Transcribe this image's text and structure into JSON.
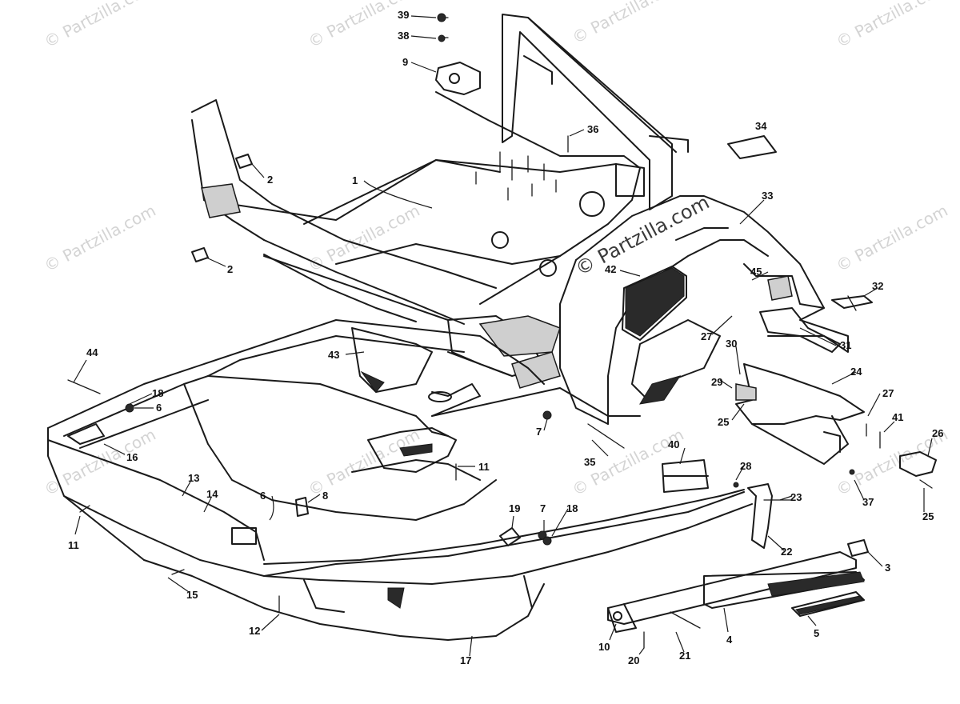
{
  "watermark": {
    "text": "© Partzilla.com",
    "center_text": "© Partzilla.com"
  },
  "callouts": [
    "1",
    "2",
    "2",
    "3",
    "4",
    "5",
    "6",
    "6",
    "7",
    "7",
    "8",
    "9",
    "10",
    "11",
    "11",
    "12",
    "13",
    "14",
    "15",
    "16",
    "17",
    "18",
    "18",
    "19",
    "20",
    "21",
    "22",
    "23",
    "24",
    "25",
    "25",
    "26",
    "27",
    "27",
    "28",
    "29",
    "30",
    "31",
    "32",
    "33",
    "34",
    "35",
    "36",
    "37",
    "38",
    "39",
    "40",
    "41",
    "42",
    "43",
    "44",
    "45"
  ]
}
